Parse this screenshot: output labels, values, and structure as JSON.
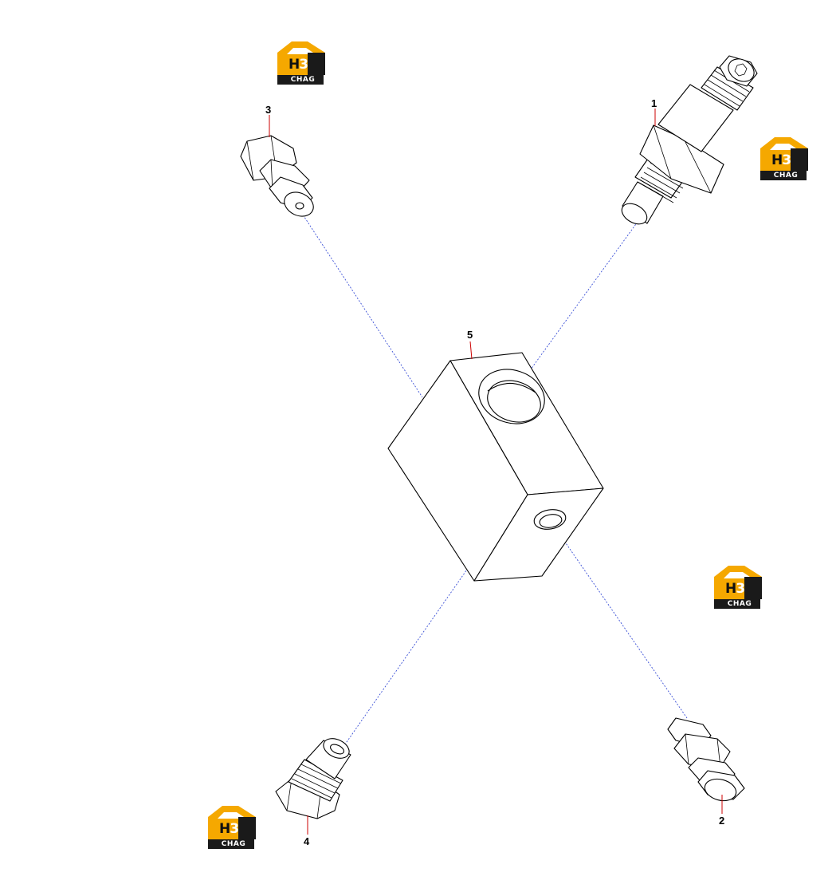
{
  "diagram": {
    "callouts": [
      "1",
      "2",
      "3",
      "4",
      "5"
    ],
    "logo": {
      "mark_text": "H",
      "mark_digit": "3",
      "label": "CHAG",
      "colors": {
        "gold": "#f5a800",
        "dark": "#1a1a1a"
      }
    },
    "colors": {
      "lines": "#000000",
      "leader": "#cc0000",
      "axis": "#3a4fd6"
    }
  }
}
